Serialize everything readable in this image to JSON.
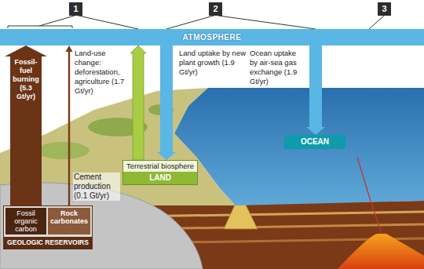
{
  "diagram": {
    "nodes": [
      {
        "text": [
          "ATMOSPHERE"
        ]
      },
      {
        "text": [
          "Terrestrial biosphere",
          "LAND"
        ]
      },
      {
        "text": [
          "OCEAN"
        ]
      },
      {
        "text": [
          "GEOLOGIC RESERVOIRS"
        ]
      },
      {
        "text": [
          "Fossil organic carbon"
        ],
        "in": 3
      },
      {
        "text": [
          "Rock carbonates"
        ],
        "in": 3
      }
    ],
    "edges": [
      {
        "from": 4,
        "to": 0,
        "arrow": "to",
        "label": "Fossil-fuel burning (5.3 Gt/yr)"
      },
      {
        "from": 5,
        "to": 0,
        "arrow": "to",
        "label": "Cement production (0.1 Gt/yr)"
      },
      {
        "from": 1,
        "to": 0,
        "arrow": "to",
        "label": "Land-use change: deforestation, agriculture (1.7 Gt/yr)"
      },
      {
        "from": 0,
        "to": 1,
        "arrow": "to",
        "label": "Land uptake by new plant growth (1.9 Gt/yr)"
      },
      {
        "from": 0,
        "to": 2,
        "arrow": "to",
        "label": "Ocean uptake by air-sea gas exchange (1.9 Gt/yr)"
      }
    ],
    "labels": [
      "1",
      "2",
      "3"
    ]
  }
}
